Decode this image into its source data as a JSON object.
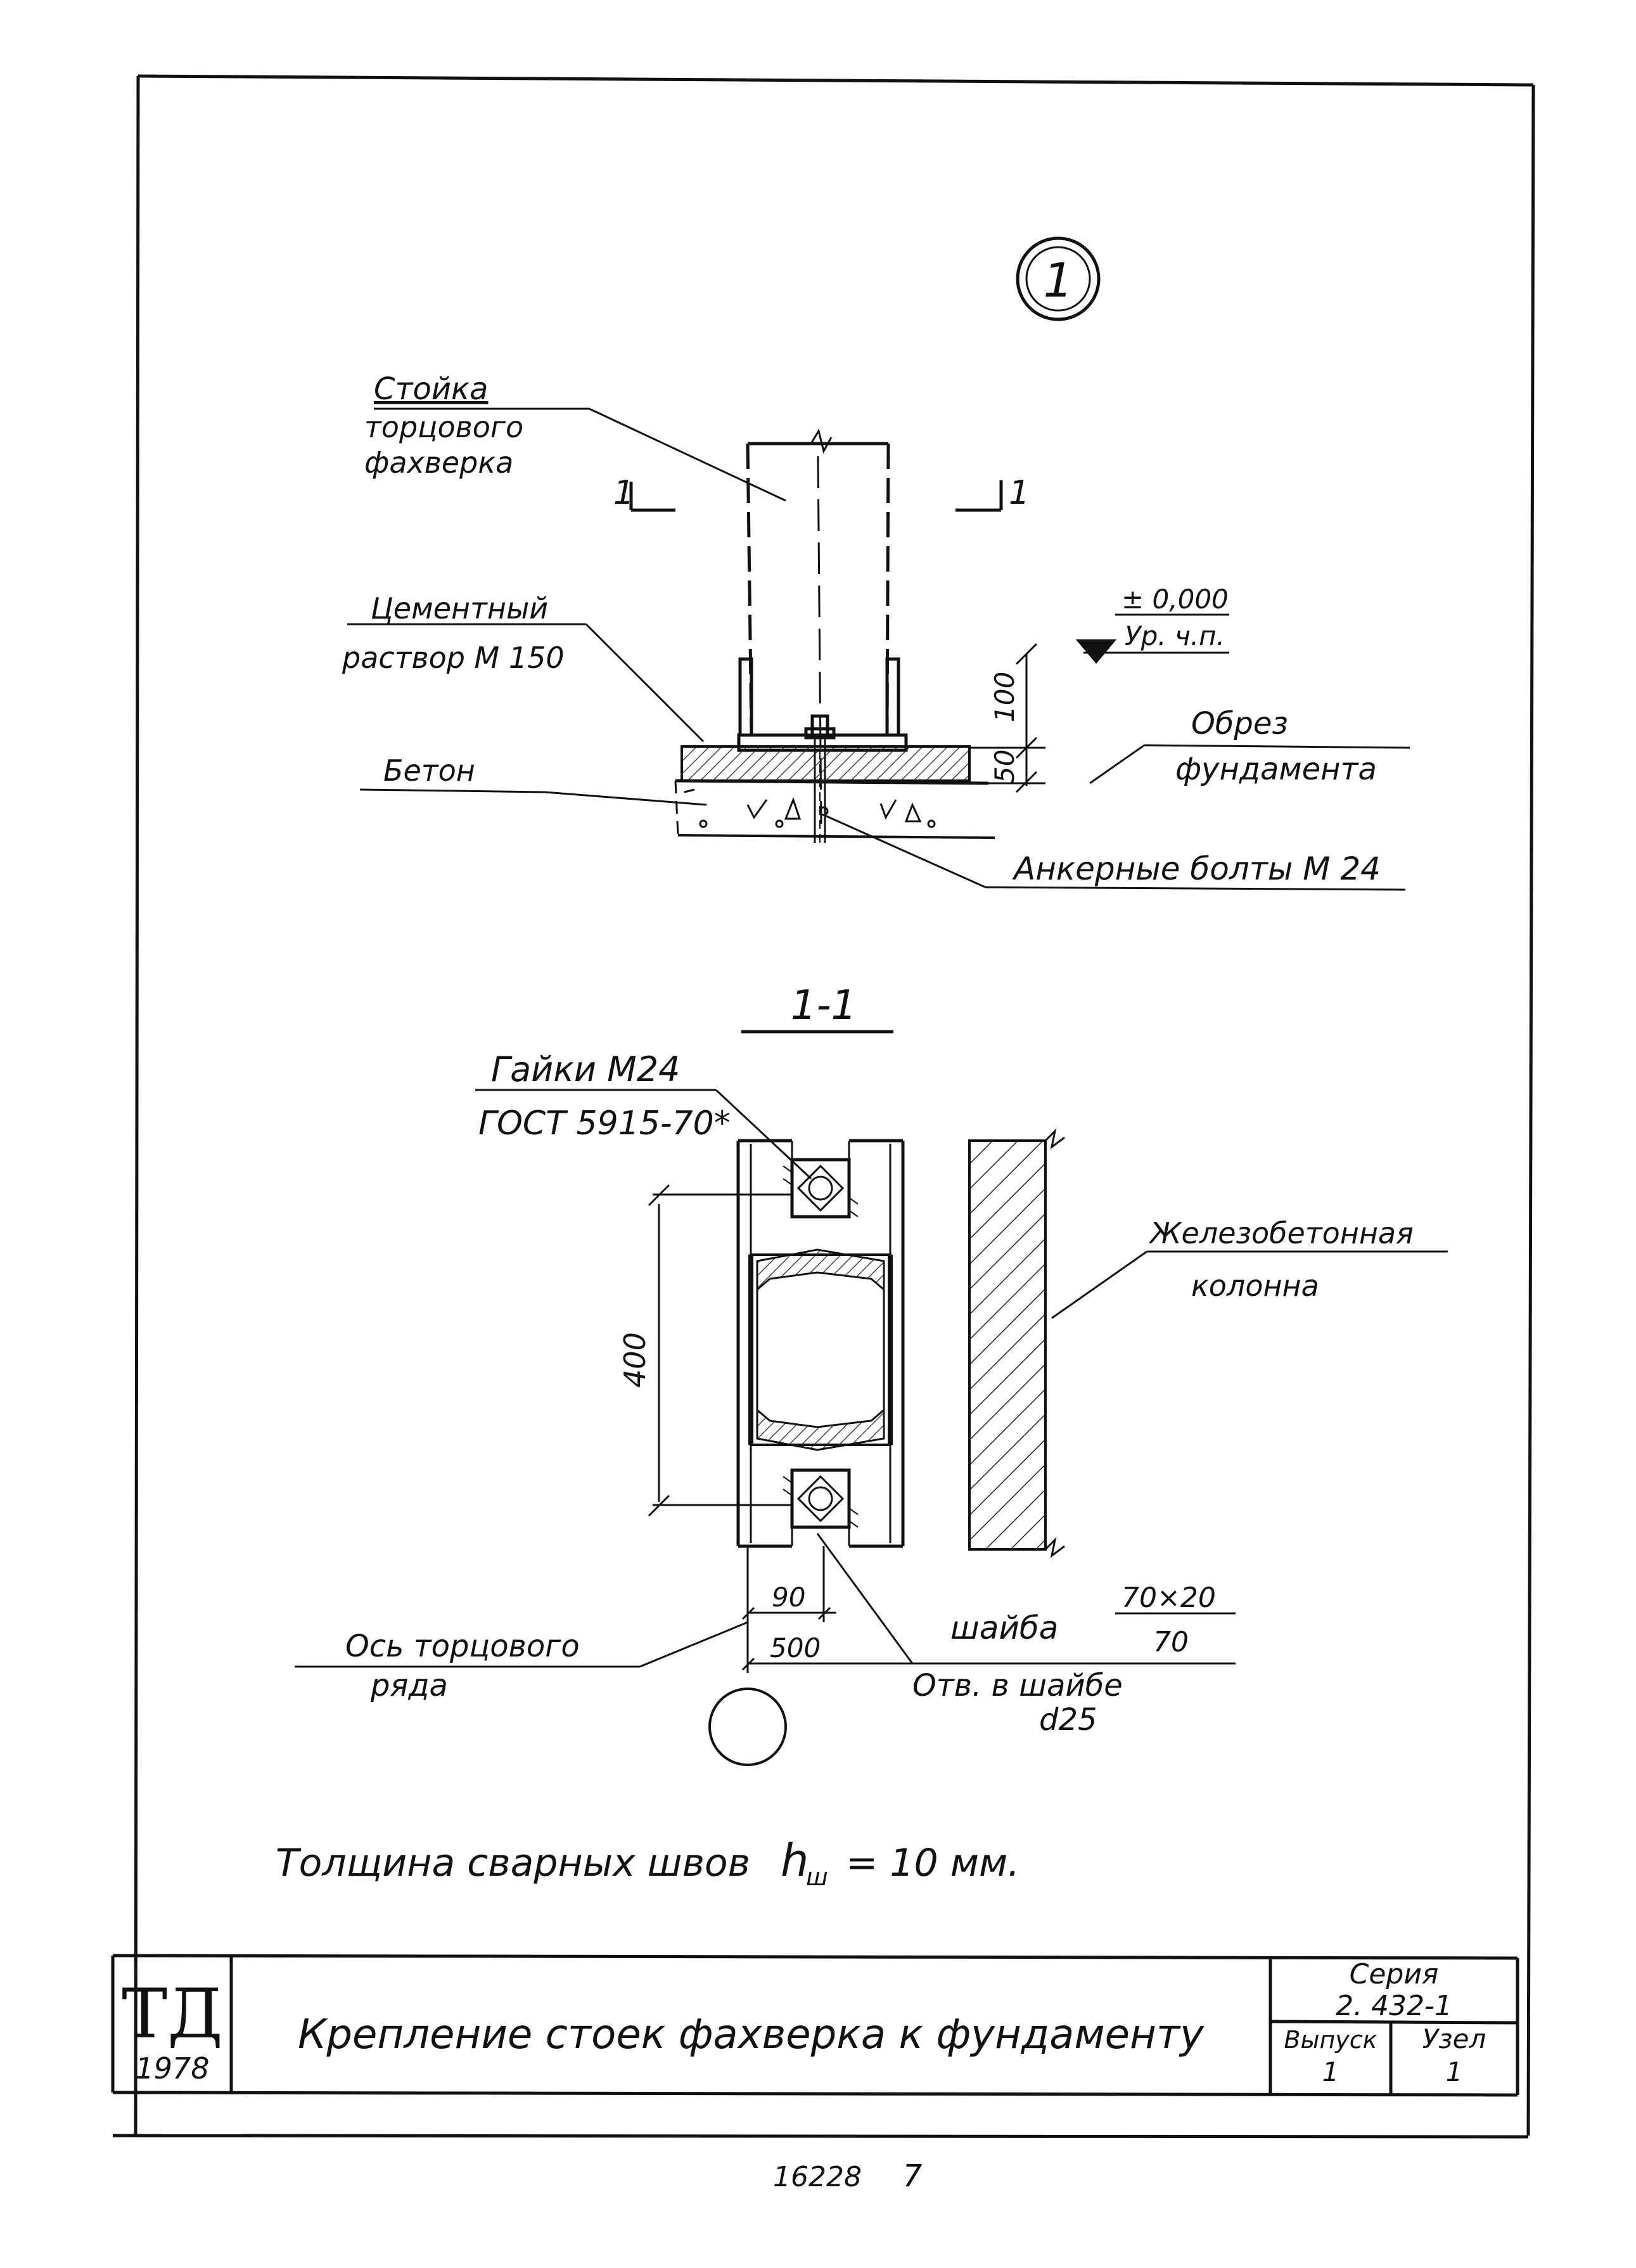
{
  "detail_marker": "1",
  "detail": {
    "post_label": [
      "Стойка",
      "торцового",
      "фахверка"
    ],
    "section_mark_left": "1",
    "section_mark_right": "1",
    "level": "± 0,000",
    "level_ref": "Ур. ч.п.",
    "mortar_label": [
      "Цементный",
      "раствор М 150"
    ],
    "concrete_label": "Бетон",
    "dim_100": "100",
    "dim_50": "50",
    "foundation_label": [
      "Обрез",
      "фундамента"
    ],
    "anchor_label": "Анкерные болты М 24"
  },
  "section": {
    "title": "1-1",
    "nuts_label": [
      "Гайки М24",
      "ГОСТ 5915-70*"
    ],
    "column_label": [
      "Железобетонная",
      "колонна"
    ],
    "dim_400": "400",
    "dim_90": "90",
    "dim_500": "500",
    "axis_label": [
      "Ось торцового",
      "ряда"
    ],
    "washer_label": "шайба",
    "washer_top": "70×20",
    "washer_bottom": "70",
    "hole_label": [
      "Отв. в шайбе",
      "d25"
    ]
  },
  "weld_note": {
    "prefix": "Толщина сварных швов",
    "h": "h",
    "sub": "ш",
    "value": "= 10 мм."
  },
  "title_block": {
    "org": "ТД",
    "year": "1978",
    "title": "Крепление стоек фахверка к фундаменту",
    "series_label": "Серия",
    "series_value": "2. 432-1",
    "issue_label": "Выпуск",
    "issue_value": "1",
    "node_label": "Узел",
    "node_value": "1"
  },
  "sheet_footer": {
    "number": "16228",
    "page": "7"
  }
}
